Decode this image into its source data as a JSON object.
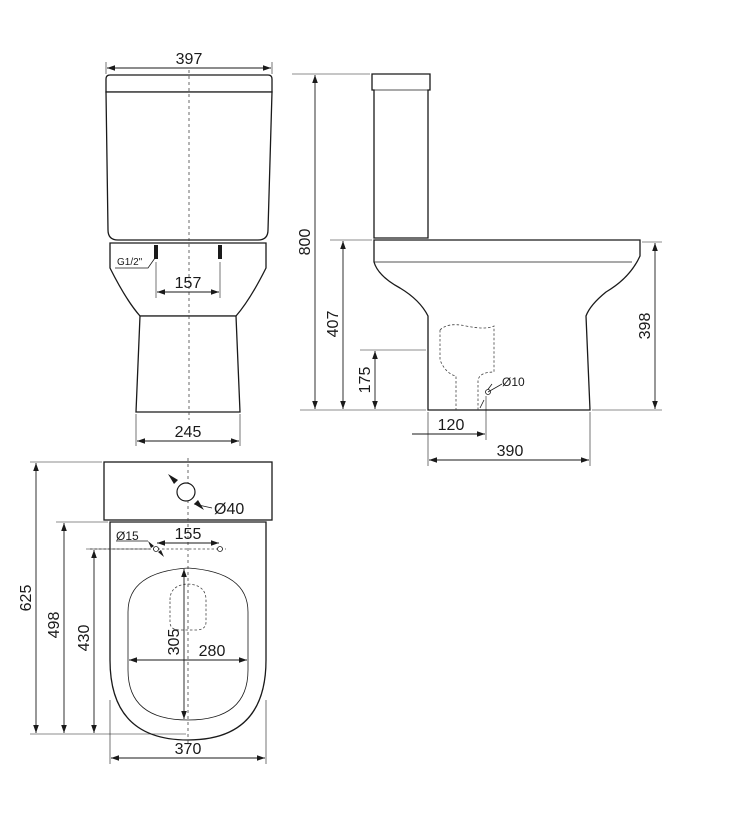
{
  "front_view": {
    "width_397": "397",
    "inlet_label": "G1/2\"",
    "inlet_spacing_157": "157",
    "base_width_245": "245"
  },
  "side_view": {
    "height_800": "800",
    "seat_height_407": "407",
    "outlet_height_175": "175",
    "pan_height_398": "398",
    "outlet_diameter": "Ø10",
    "outlet_offset_120": "120",
    "pan_depth_390": "390"
  },
  "top_view": {
    "flush_hole_diameter": "Ø40",
    "fixing_hole_diameter": "Ø15",
    "fixing_spacing_155": "155",
    "seat_depth_305": "305",
    "bowl_width_280": "280",
    "total_depth_625": "625",
    "depth_498": "498",
    "depth_430": "430",
    "total_width_370": "370"
  }
}
